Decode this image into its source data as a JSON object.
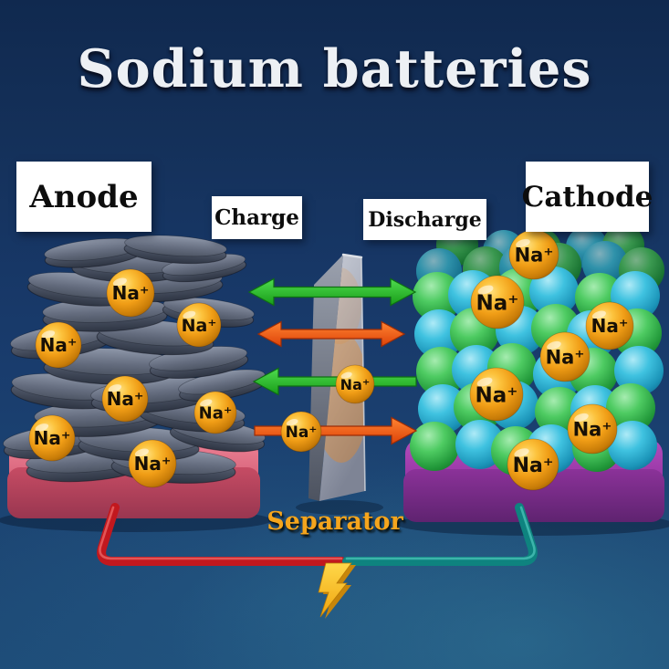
{
  "title": "Sodium batteries",
  "electrodes": {
    "anode": {
      "label": "Anode",
      "na_ion_count": 7
    },
    "cathode": {
      "label": "Cathode",
      "na_ion_count": 7
    }
  },
  "processes": {
    "charge": {
      "label": "Charge",
      "arrow_color": "#2ebf2e"
    },
    "discharge": {
      "label": "Discharge",
      "arrow_color": "#f05a14"
    }
  },
  "separator": {
    "label": "Separator",
    "na_ion_count": 2
  },
  "labels": {
    "na_ion": "Na⁺"
  },
  "colors": {
    "background_blue": "#173766",
    "title_white": "#edf0f4",
    "label_box_white": "#ffffff",
    "na_sphere_orange": "#f09d16",
    "anode_disc_gray": "#4a5263",
    "cathode_green": "#2fad4a",
    "cathode_cyan": "#25aed1",
    "separator_slab_gray": "#a8adbb",
    "platform_anode_pink": "#d05a72",
    "platform_cathode_purple": "#8f2f9e",
    "wire_left_red": "#c2181e",
    "wire_right_teal": "#0e837f",
    "bolt_yellow": "#f8c820",
    "separator_label_orange": "#f5a51d"
  }
}
